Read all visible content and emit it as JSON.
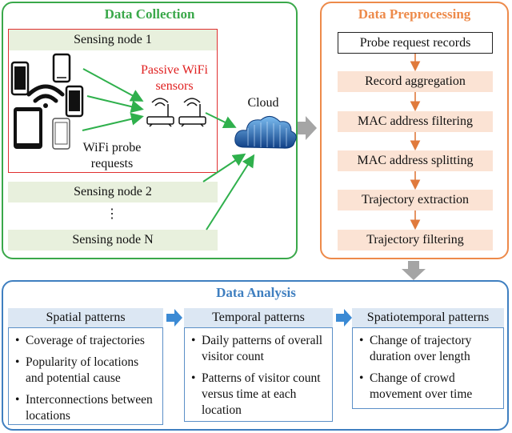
{
  "collection": {
    "title": "Data Collection",
    "node1": "Sensing node 1",
    "passive_label": "Passive WiFi\nsensors",
    "probe_label": "WiFi probe\nrequests",
    "node2": "Sensing node 2",
    "ellipsis": "⋮",
    "nodeN": "Sensing node N",
    "cloud_label": "Cloud"
  },
  "preprocessing": {
    "title": "Data Preprocessing",
    "input": "Probe request records",
    "steps": [
      "Record aggregation",
      "MAC address filtering",
      "MAC address splitting",
      "Trajectory extraction",
      "Trajectory filtering"
    ]
  },
  "analysis": {
    "title": "Data Analysis",
    "columns": [
      {
        "header": "Spatial patterns",
        "items": [
          "Coverage of trajectories",
          "Popularity of locations and potential cause",
          "Interconnections between locations"
        ]
      },
      {
        "header": "Temporal patterns",
        "items": [
          "Daily patterns of overall visitor count",
          "Patterns of visitor count versus time at each location"
        ]
      },
      {
        "header": "Spatiotemporal patterns",
        "items": [
          "Change of trajectory duration over length",
          "Change of crowd movement over time"
        ]
      }
    ]
  },
  "colors": {
    "collection": "#3aa84a",
    "preprocessing": "#ed8a4a",
    "analysis": "#3f7fc0",
    "arrow_green": "#2fb04c",
    "arrow_orange": "#e07a3c",
    "arrow_blue": "#3b8ad4",
    "arrow_gray": "#a5a5a5",
    "passive_text": "#e02020"
  }
}
